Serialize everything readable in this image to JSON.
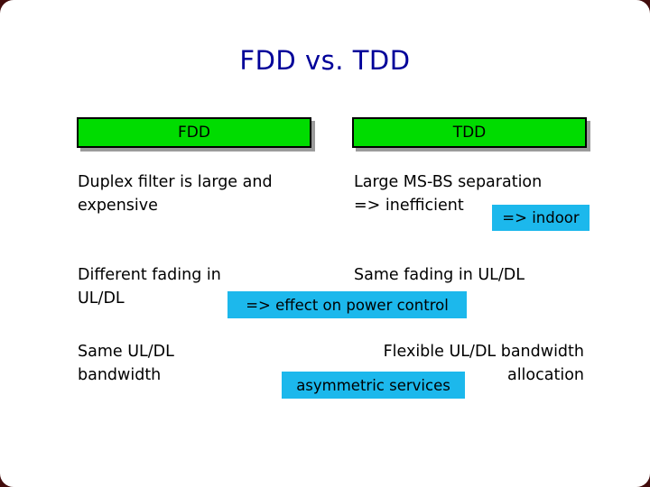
{
  "slide": {
    "title": "FDD vs. TDD",
    "colors": {
      "title": "#000099",
      "header_fill": "#00dc00",
      "callout_fill": "#1cb8ec",
      "corner": "#420c0c",
      "text": "#000000"
    },
    "headers": {
      "left": "FDD",
      "right": "TDD"
    },
    "rows": {
      "r1_left": [
        "Duplex filter is large and",
        "expensive"
      ],
      "r1_right": [
        "Large MS-BS separation",
        "=> inefficient"
      ],
      "r2_left": [
        "Different fading in",
        "UL/DL"
      ],
      "r2_right": [
        "Same fading in UL/DL"
      ],
      "r3_left": [
        "Same UL/DL",
        "bandwidth"
      ],
      "r3_right": [
        "Flexible UL/DL bandwidth",
        "allocation"
      ]
    },
    "callouts": {
      "indoor": "=> indoor",
      "power": "=> effect on power control",
      "asymmetric": "asymmetric services"
    }
  }
}
